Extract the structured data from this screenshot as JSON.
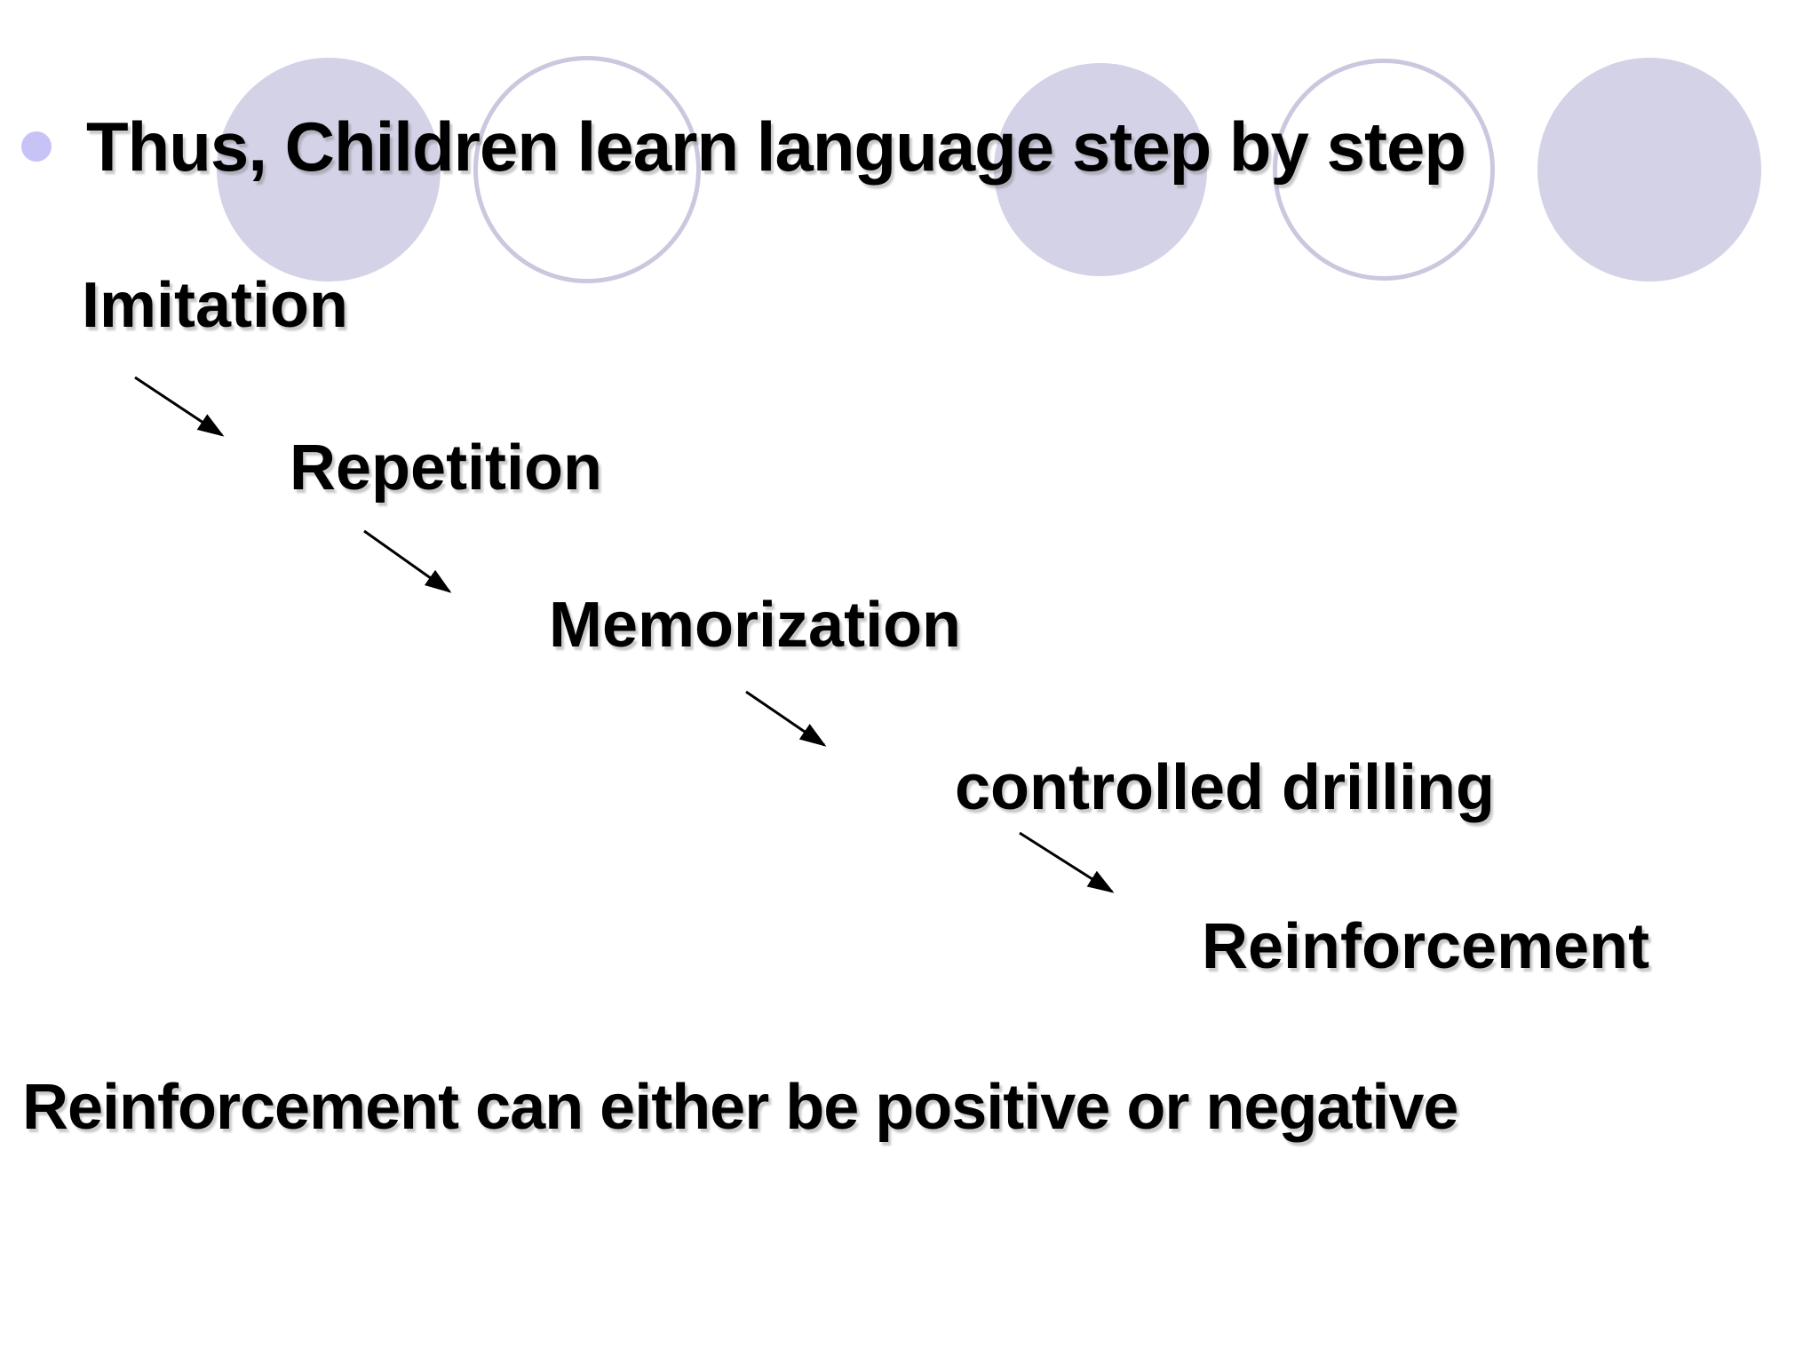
{
  "slide": {
    "title": "Thus, Children learn language step by step",
    "steps": [
      {
        "label": "Imitation"
      },
      {
        "label": "Repetition"
      },
      {
        "label": "Memorization"
      },
      {
        "label": "controlled drilling"
      },
      {
        "label": "Reinforcement"
      }
    ],
    "flow_arrows": [
      {
        "from": "Imitation",
        "to": "Repetition"
      },
      {
        "from": "Repetition",
        "to": "Memorization"
      },
      {
        "from": "Memorization",
        "to": "controlled drilling"
      },
      {
        "from": "controlled drilling",
        "to": "Reinforcement"
      }
    ],
    "footer": "Reinforcement can either be positive or negative",
    "decor_circles": [
      {
        "style": "filled"
      },
      {
        "style": "outlined"
      },
      {
        "style": "filled"
      },
      {
        "style": "outlined"
      },
      {
        "style": "filled"
      }
    ],
    "colors": {
      "background": "#FFFFFF",
      "text": "#000000",
      "bullet": "#C7C3F6",
      "circle_fill": "#D3D2E7",
      "circle_outline": "#C9C8DF",
      "arrow": "#000000"
    }
  }
}
